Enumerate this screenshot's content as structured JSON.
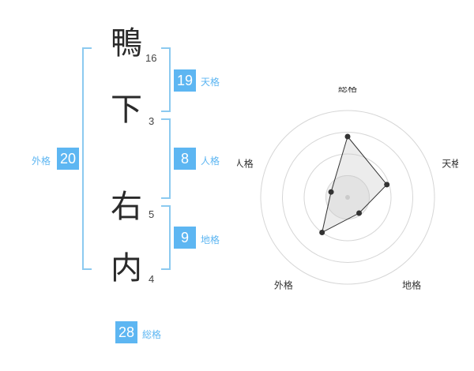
{
  "name": {
    "chars": [
      {
        "char": "鴨",
        "strokes": "16"
      },
      {
        "char": "下",
        "strokes": "3"
      },
      {
        "char": "右",
        "strokes": "5"
      },
      {
        "char": "内",
        "strokes": "4"
      }
    ]
  },
  "scores": {
    "tenkaku": {
      "value": "19",
      "label": "天格"
    },
    "jinkaku": {
      "value": "8",
      "label": "人格"
    },
    "chikaku": {
      "value": "9",
      "label": "地格"
    },
    "gaikaku": {
      "value": "20",
      "label": "外格"
    },
    "soukaku": {
      "value": "28",
      "label": "総格"
    }
  },
  "colors": {
    "accent": "#5db6f2",
    "bracket": "#8ccaf0"
  },
  "chart_data": {
    "type": "radar",
    "axes": [
      "総格",
      "天格",
      "地格",
      "外格",
      "人格"
    ],
    "series": [
      {
        "values": [
          28,
          19,
          9,
          20,
          8
        ]
      }
    ],
    "rings": 4
  }
}
